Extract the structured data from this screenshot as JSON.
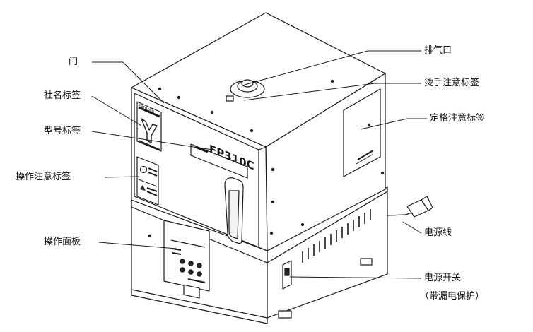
{
  "labels": {
    "door": "门",
    "company_label": "社名标签",
    "model_label": "型号标签",
    "operation_caution_label": "操作注意标签",
    "operation_panel": "操作面板",
    "exhaust_port": "排气口",
    "burn_caution_label": "烫手注意标签",
    "rating_caution_label": "定格注意标签",
    "power_cord": "电源线",
    "power_switch": "电源开关",
    "power_switch_note": "（带漏电保护）"
  },
  "device": {
    "brand_plate_text": "Yamato",
    "model_plate_text": "FP310C"
  },
  "colors": {
    "line": "#1a1a1a",
    "fill": "#ffffff",
    "shade": "#f2f2f2"
  }
}
